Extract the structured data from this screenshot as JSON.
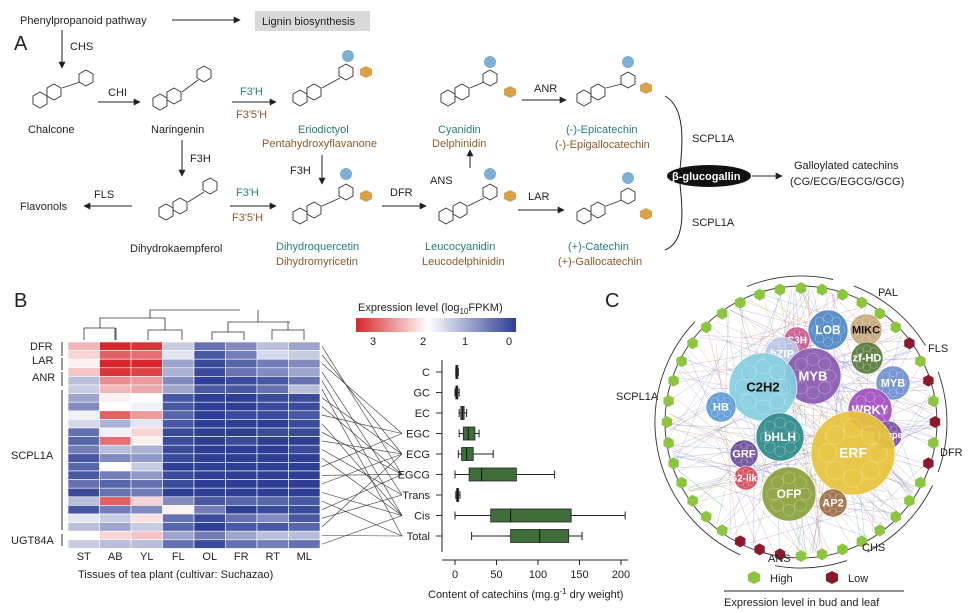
{
  "panels": {
    "a": "A",
    "b": "B",
    "c": "C"
  },
  "pathway": {
    "top_left": "Phenylpropanoid pathway",
    "lignin": "Lignin biosynthesis",
    "enzymes": {
      "chs": "CHS",
      "chi": "CHI",
      "f3h_1": "F3H",
      "f3h_2": "F3H",
      "f3h_prime_1": "F3'H",
      "f35h_1": "F3'5'H",
      "f3h_prime_2": "F3'H",
      "f35h_2": "F3'5'H",
      "fls": "FLS",
      "dfr": "DFR",
      "ans": "ANS",
      "anr": "ANR",
      "lar": "LAR",
      "scpl_top": "SCPL1A",
      "scpl_bottom": "SCPL1A"
    },
    "compounds": {
      "chalcone": "Chalcone",
      "naringenin": "Naringenin",
      "eriodictyol": "Eriodictyol",
      "pentahydroxyflavanone": "Pentahydroxyflavanone",
      "cyanidin": "Cyanidin",
      "delphinidin": "Delphinidin",
      "epicatechin": "(-)-Epicatechin",
      "epigallocatechin": "(-)-Epigallocatechin",
      "flavonols": "Flavonols",
      "dihydrokaempferol": "Dihydrokaempferol",
      "dihydroquercetin": "Dihydroquercetin",
      "dihydromyricetin": "Dihydromyricetin",
      "leucocyanidin": "Leucocyanidin",
      "leucodelphinidin": "Leucodelphinidin",
      "catechin": "(+)-Catechin",
      "gallocatechin": "(+)-Gallocatechin",
      "beta_glucogallin": "β-glucogallin",
      "galloylated": "Galloylated catechins",
      "galloylated_list": "(CG/ECG/EGCG/GCG)"
    }
  },
  "heatmap": {
    "legend_title": "Expression level (log",
    "legend_sub": "10",
    "legend_unit": "FPKM)",
    "legend_ticks": [
      "3",
      "2",
      "1",
      "0"
    ],
    "row_groups": [
      "DFR",
      "LAR",
      "ANR",
      "SCPL1A",
      "UGT84A"
    ],
    "columns": [
      "ST",
      "AB",
      "YL",
      "FL",
      "OL",
      "FR",
      "RT",
      "ML"
    ],
    "xlabel": "Tissues of tea plant (cultivar: Suchazao)",
    "values": [
      [
        2.0,
        3.0,
        2.9,
        1.1,
        0.4,
        0.6,
        1.0,
        0.8
      ],
      [
        1.8,
        2.6,
        2.5,
        1.3,
        0.2,
        0.5,
        1.2,
        1.1
      ],
      [
        1.6,
        3.2,
        3.1,
        0.8,
        0.1,
        0.3,
        0.5,
        0.6
      ],
      [
        1.9,
        2.9,
        2.8,
        0.9,
        0.1,
        0.4,
        0.6,
        0.8
      ],
      [
        1.0,
        2.3,
        2.2,
        0.6,
        0.0,
        0.1,
        0.2,
        0.4
      ],
      [
        1.1,
        2.0,
        2.1,
        0.8,
        0.2,
        0.2,
        0.4,
        1.0
      ],
      [
        0.8,
        1.6,
        1.5,
        0.2,
        0.0,
        0.0,
        0.1,
        0.1
      ],
      [
        0.6,
        1.5,
        1.4,
        0.2,
        0.0,
        0.0,
        0.1,
        0.1
      ],
      [
        1.4,
        2.6,
        2.2,
        0.3,
        0.0,
        0.1,
        0.1,
        0.2
      ],
      [
        1.2,
        0.9,
        1.3,
        0.2,
        0.0,
        0.0,
        0.0,
        0.1
      ],
      [
        0.4,
        1.4,
        1.8,
        0.1,
        0.0,
        0.0,
        0.1,
        0.1
      ],
      [
        0.3,
        2.5,
        1.6,
        0.1,
        0.0,
        0.1,
        0.0,
        0.0
      ],
      [
        0.5,
        1.0,
        0.9,
        0.1,
        0.0,
        0.0,
        0.0,
        0.1
      ],
      [
        0.2,
        0.6,
        0.7,
        0.1,
        0.0,
        0.0,
        0.0,
        0.0
      ],
      [
        0.3,
        1.5,
        1.1,
        0.0,
        0.0,
        0.0,
        0.0,
        0.0
      ],
      [
        0.2,
        0.5,
        0.7,
        0.1,
        0.0,
        0.0,
        0.0,
        0.0
      ],
      [
        0.4,
        0.3,
        0.4,
        0.1,
        0.0,
        0.0,
        0.0,
        0.0
      ],
      [
        0.1,
        0.4,
        0.5,
        0.0,
        0.0,
        0.0,
        0.0,
        0.0
      ],
      [
        1.0,
        2.6,
        1.8,
        0.6,
        0.2,
        0.3,
        0.3,
        0.2
      ],
      [
        0.2,
        0.5,
        0.6,
        1.6,
        0.5,
        0.0,
        0.1,
        0.1
      ],
      [
        1.3,
        1.1,
        1.7,
        0.4,
        0.1,
        0.4,
        0.6,
        0.2
      ],
      [
        1.0,
        0.8,
        1.1,
        0.3,
        0.0,
        0.2,
        0.2,
        0.3
      ],
      [
        1.5,
        1.8,
        1.9,
        0.8,
        0.5,
        0.8,
        1.0,
        1.0
      ],
      [
        1.1,
        1.0,
        1.0,
        0.4,
        0.1,
        0.4,
        0.5,
        0.4
      ]
    ]
  },
  "chart_data": {
    "type": "box",
    "categories": [
      "C",
      "GC",
      "EC",
      "EGC",
      "ECG",
      "EGCG",
      "Trans",
      "Cis",
      "Total"
    ],
    "boxes": [
      {
        "min": 1,
        "q1": 1,
        "median": 2,
        "q3": 3,
        "max": 4
      },
      {
        "min": 0,
        "q1": 1,
        "median": 2,
        "q3": 3,
        "max": 5
      },
      {
        "min": 5,
        "q1": 7,
        "median": 9,
        "q3": 11,
        "max": 14
      },
      {
        "min": 5,
        "q1": 10,
        "median": 16,
        "q3": 24,
        "max": 29
      },
      {
        "min": 4,
        "q1": 8,
        "median": 14,
        "q3": 22,
        "max": 46
      },
      {
        "min": 0,
        "q1": 17,
        "median": 32,
        "q3": 74,
        "max": 120
      },
      {
        "min": 1,
        "q1": 2,
        "median": 3,
        "q3": 4,
        "max": 6
      },
      {
        "min": 0,
        "q1": 43,
        "median": 67,
        "q3": 140,
        "max": 205
      },
      {
        "min": 20,
        "q1": 67,
        "median": 102,
        "q3": 137,
        "max": 153
      }
    ],
    "xlabel": "Content of catechins (mg.g",
    "xlabel_sup": "-1",
    "xlabel_tail": " dry weight)",
    "xticks": [
      0,
      50,
      100,
      150,
      200
    ],
    "xlim": [
      0,
      200
    ],
    "color": "#3f6e3a"
  },
  "network": {
    "families": [
      "LOB",
      "MIKC",
      "C3H",
      "bZIP",
      "zf-HD",
      "MYB",
      "MYB",
      "C2H2",
      "HB",
      "WRKY",
      "M-type",
      "bHLH",
      "ERF",
      "GRF",
      "G2-like",
      "OFP",
      "AP2"
    ],
    "outer_labels": [
      "PAL",
      "FLS",
      "SCPL1A",
      "DFR",
      "ANS",
      "CHS"
    ],
    "legend": {
      "high": "High",
      "low": "Low",
      "caption": "Expression level in bud and leaf"
    },
    "colors": {
      "high": "#8cc63f",
      "low": "#8b1a2b"
    }
  }
}
